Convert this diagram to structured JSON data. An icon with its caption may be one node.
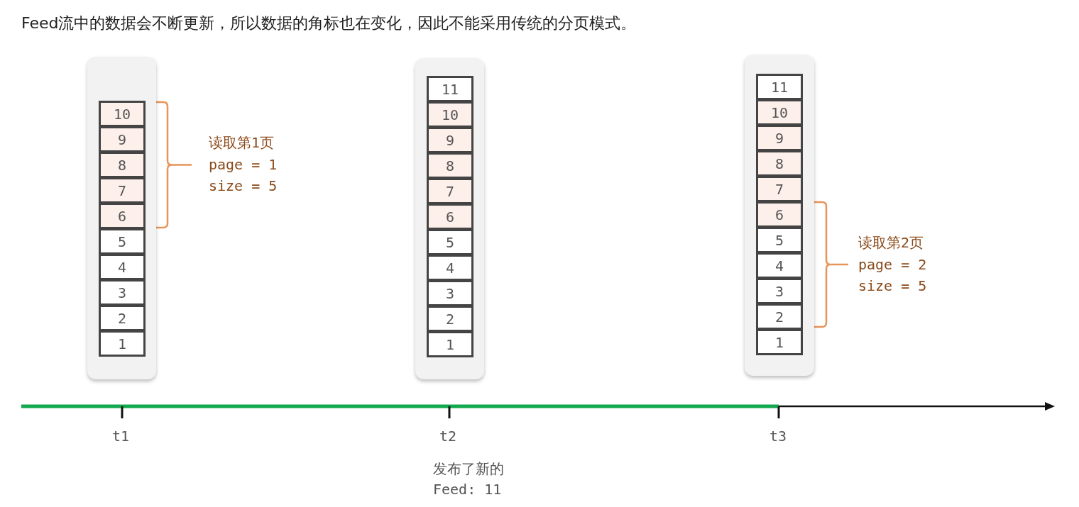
{
  "diagram": {
    "title": "Feed流中的数据会不断更新，所以数据的角标也在变化，因此不能采用传统的分页模式。",
    "nodes": [
      {
        "text": [],
        "shape": "box"
      },
      {
        "text": [
          "10"
        ],
        "in": 0
      },
      {
        "text": [
          "9"
        ],
        "in": 0
      },
      {
        "text": [
          "8"
        ],
        "in": 0
      },
      {
        "text": [
          "7"
        ],
        "in": 0
      },
      {
        "text": [
          "6"
        ],
        "in": 0
      },
      {
        "text": [
          "5"
        ],
        "in": 0
      },
      {
        "text": [
          "4"
        ],
        "in": 0
      },
      {
        "text": [
          "3"
        ],
        "in": 0
      },
      {
        "text": [
          "2"
        ],
        "in": 0
      },
      {
        "text": [
          "1"
        ],
        "in": 0
      },
      {
        "text": [],
        "shape": "box"
      },
      {
        "text": [
          "11"
        ],
        "in": 11
      },
      {
        "text": [
          "10"
        ],
        "in": 11
      },
      {
        "text": [
          "9"
        ],
        "in": 11
      },
      {
        "text": [
          "8"
        ],
        "in": 11
      },
      {
        "text": [
          "7"
        ],
        "in": 11
      },
      {
        "text": [
          "6"
        ],
        "in": 11
      },
      {
        "text": [
          "5"
        ],
        "in": 11
      },
      {
        "text": [
          "4"
        ],
        "in": 11
      },
      {
        "text": [
          "3"
        ],
        "in": 11
      },
      {
        "text": [
          "2"
        ],
        "in": 11
      },
      {
        "text": [
          "1"
        ],
        "in": 11
      },
      {
        "text": [],
        "shape": "box"
      },
      {
        "text": [
          "11"
        ],
        "in": 23
      },
      {
        "text": [
          "10"
        ],
        "in": 23
      },
      {
        "text": [
          "9"
        ],
        "in": 23
      },
      {
        "text": [
          "8"
        ],
        "in": 23
      },
      {
        "text": [
          "7"
        ],
        "in": 23
      },
      {
        "text": [
          "6"
        ],
        "in": 23
      },
      {
        "text": [
          "5"
        ],
        "in": 23
      },
      {
        "text": [
          "4"
        ],
        "in": 23
      },
      {
        "text": [
          "3"
        ],
        "in": 23
      },
      {
        "text": [
          "2"
        ],
        "in": 23
      },
      {
        "text": [
          "1"
        ],
        "in": 23
      }
    ],
    "edges": [],
    "labels": [
      "读取第1页",
      "page = 1",
      "size = 5",
      "读取第2页",
      "page = 2",
      "size = 5",
      "t1",
      "t2",
      "t3",
      "发布了新的",
      "Feed: 11"
    ]
  }
}
